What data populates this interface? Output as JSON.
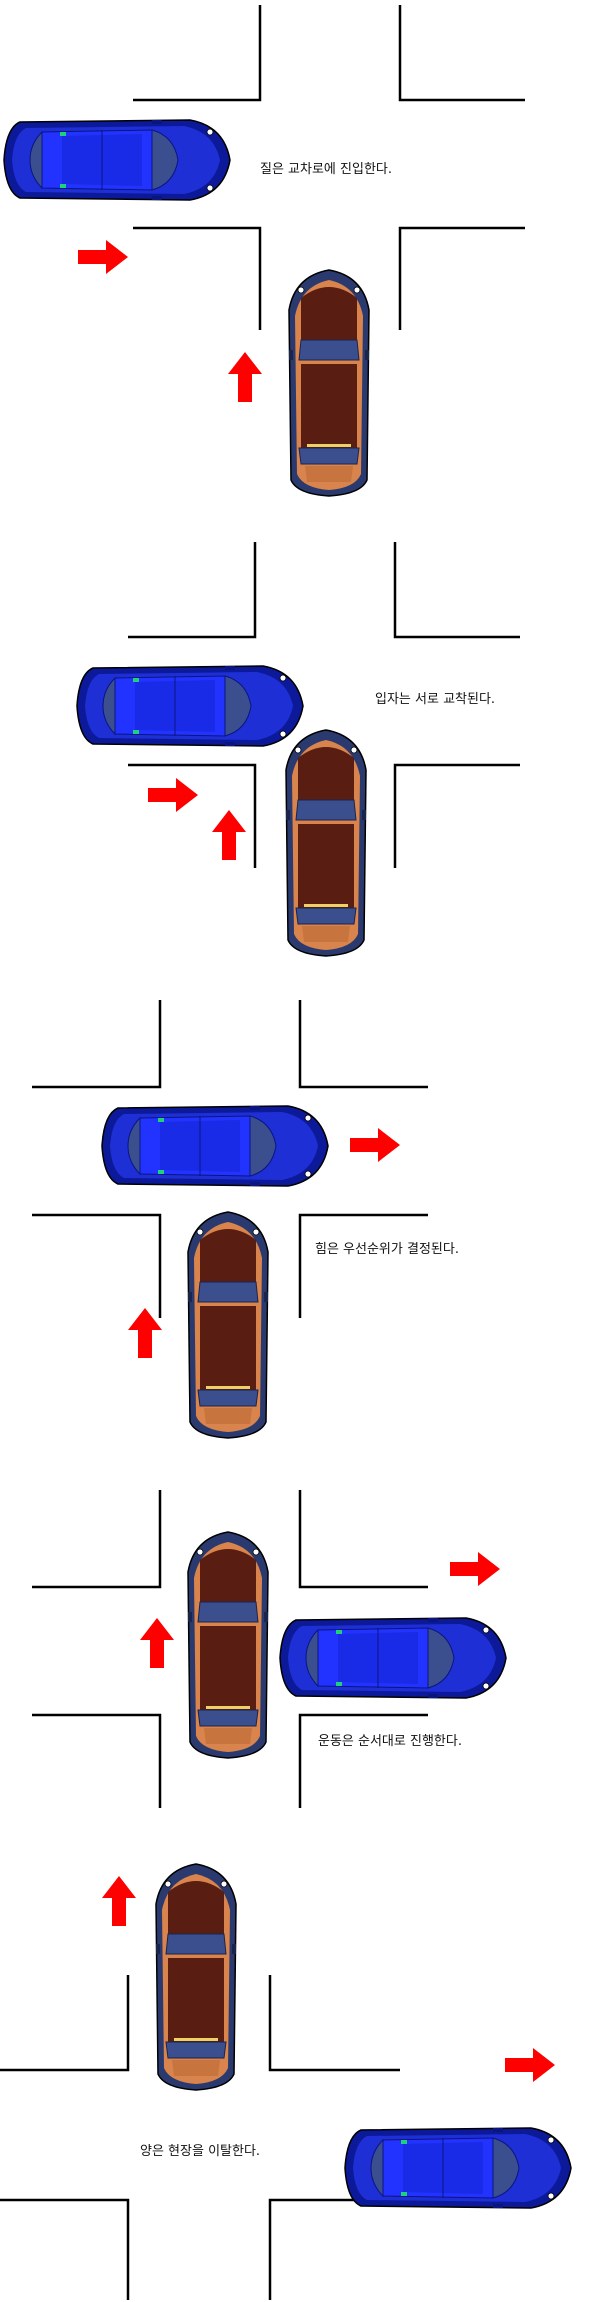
{
  "colors": {
    "road_line": "#000000",
    "arrow": "#ff0000",
    "blue_car_body": "#1f2fd6",
    "blue_car_dark": "#0c1a9a",
    "orange_car_body": "#d9844c",
    "orange_car_dark": "#5a1d12",
    "car_glass": "#3b4f8f"
  },
  "icons": {
    "arrow": "red-direction-arrow",
    "blue_car": "blue-car",
    "orange_car": "orange-car"
  },
  "steps": [
    {
      "caption": "질은 교차로에 진입한다."
    },
    {
      "caption": "입자는 서로 교착된다."
    },
    {
      "caption": "힘은 우선순위가 결정된다."
    },
    {
      "caption": "운동은 순서대로 진행한다."
    },
    {
      "caption": "양은 현장을 이탈한다."
    }
  ]
}
